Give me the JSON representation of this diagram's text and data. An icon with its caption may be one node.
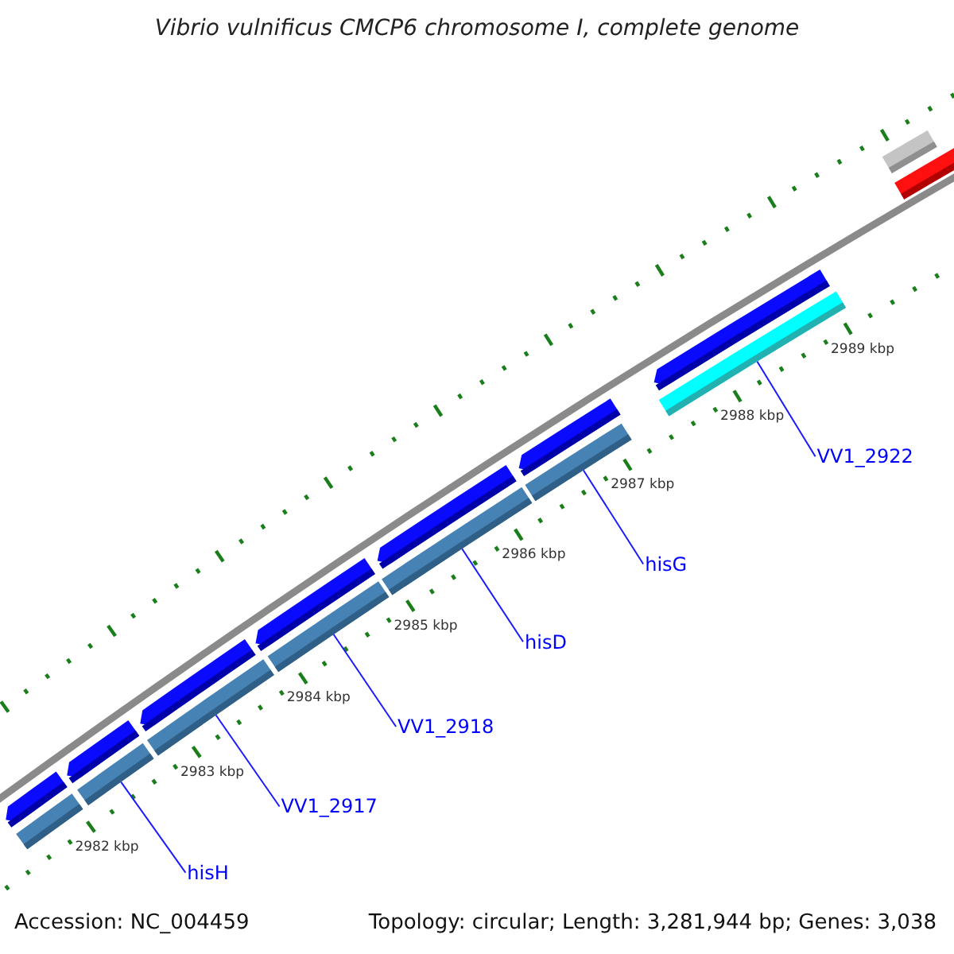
{
  "diagram": {
    "title": "Vibrio vulnificus CMCP6 chromosome I, complete genome",
    "nodes": [
      {
        "text": [
          "VV1_2922"
        ]
      },
      {
        "text": [],
        "shape": "bar"
      },
      {
        "text": [
          "hisG"
        ]
      },
      {
        "text": [],
        "shape": "bar"
      },
      {
        "text": [
          "hisD"
        ]
      },
      {
        "text": [],
        "shape": "bar"
      },
      {
        "text": [
          "VV1_2918"
        ]
      },
      {
        "text": [],
        "shape": "bar"
      },
      {
        "text": [
          "VV1_2917"
        ]
      },
      {
        "text": [],
        "shape": "bar"
      },
      {
        "text": [
          "hisH"
        ]
      },
      {
        "text": [],
        "shape": "bar"
      },
      {
        "text": [],
        "shape": "arrow"
      },
      {
        "text": [],
        "shape": "arrow"
      },
      {
        "text": [],
        "shape": "arrow"
      },
      {
        "text": [],
        "shape": "arrow"
      },
      {
        "text": [],
        "shape": "arrow"
      },
      {
        "text": [],
        "shape": "arrow"
      },
      {
        "text": [],
        "shape": "arrow"
      },
      {
        "text": [],
        "shape": "bar"
      },
      {
        "text": [],
        "shape": "bar"
      },
      {
        "text": [],
        "shape": "arrow"
      }
    ],
    "edges": [
      {
        "from": 0,
        "to": 1,
        "arrow": "none"
      },
      {
        "from": 2,
        "to": 3,
        "arrow": "none"
      },
      {
        "from": 4,
        "to": 5,
        "arrow": "none"
      },
      {
        "from": 6,
        "to": 7,
        "arrow": "none"
      },
      {
        "from": 8,
        "to": 9,
        "arrow": "none"
      },
      {
        "from": 10,
        "to": 11,
        "arrow": "none"
      }
    ],
    "labels": [
      "2989 kbp",
      "2988 kbp",
      "2987 kbp",
      "2986 kbp",
      "2985 kbp",
      "2984 kbp",
      "2983 kbp",
      "2982 kbp",
      "Accession: NC_004459",
      "Topology: circular; Length: 3,281,944 bp; Genes: 3,038"
    ]
  }
}
